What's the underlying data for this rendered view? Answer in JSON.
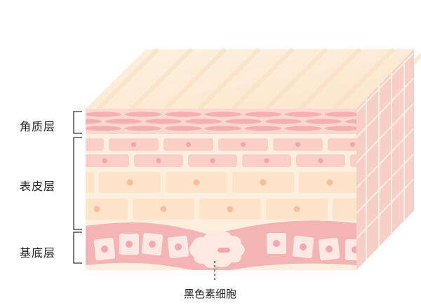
{
  "layers": [
    {
      "label": "角质层"
    },
    {
      "label": "表皮层"
    },
    {
      "label": "基底层"
    }
  ],
  "callout": {
    "label": "黑色素细胞"
  },
  "colors": {
    "cream": "#fdeedd",
    "corneum_pink": "#f4b0b0",
    "epidermis_pink": "#f9cfc6",
    "epidermis_peach": "#fde3c8",
    "basal_band": "#f4b4b4",
    "basal_cell": "#fde8e4",
    "nucleus": "#ee9a9c"
  }
}
